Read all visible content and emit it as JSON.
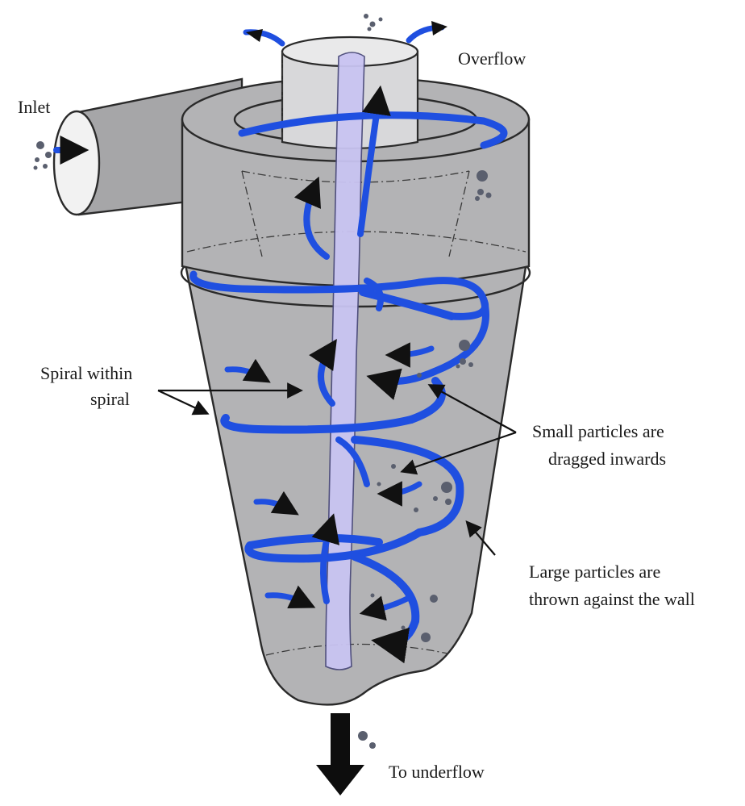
{
  "labels": {
    "inlet": "Inlet",
    "overflow": "Overflow",
    "spiral_line1": "Spiral within",
    "spiral_line2": "spiral",
    "small_line1": "Small particles are",
    "small_line2": "dragged inwards",
    "large_line1": "Large particles are",
    "large_line2": "thrown against the wall",
    "underflow": "To underflow"
  },
  "colors": {
    "flow": "#1f4fe0",
    "core": "#c9c4f2",
    "body": "#b3b3b5",
    "particle": "#5a5f6e"
  }
}
